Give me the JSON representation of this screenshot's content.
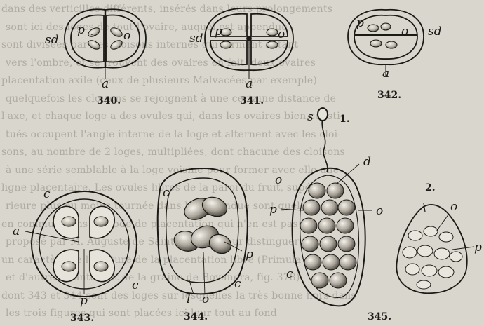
{
  "page": {
    "background": "#d9d6cd",
    "ink": "#1c1a17",
    "bleed_text_color": "#8e897f",
    "bleed_text_lines": [
      "dans des verticilles différents, insérés dans leurs prolongements ",
      "sont ici des loges de tout l'ovaire, auquel est appendue",
      "sont divisées par des cloisons internes qui forment autant",
      "vers l'ombre, et se trouvent des ovaires en fait, deux ovaires",
      "placentation axile (ceux de plusieurs Malvacées par exemple)",
      "quelquefois les cloisons se rejoignent à une certaine distance de",
      "l'axe, et chaque loge a des ovules qui, dans les ovaires bien consti-",
      "tués occupent l'angle interne de la loge et alternent avec les cloi-",
      "sons, au nombre de 2 loges, multipliées, dont chacune des cloisons",
      "à une série semblable à la loge voisine pour former avec elle une",
      "ligne placentaire. Les ovules libres de la paroi du fruit, supé-",
      "rieure plus ou moins tournée dans leur étendue sont quelque peu",
      "en commun dans le mode de placentation qui n'en est pas dû",
      "proposé par M. Auguste de Saint-Hilaire, pour distinguer mieux",
      "un caractère de la nature de la placentation libre (Primula",
      "et d'autres plantes) et de la graine de Bovanera, fig. 378)",
      "dont 343 et 344 sont des loges sur lesquelles la très bonne hors dans",
      "les trois figures qui sont placées ici leur tout au fond"
    ]
  },
  "figures": {
    "f340": {
      "caption": "340.",
      "labels": {
        "sd": "sd",
        "p": "p",
        "o": "o",
        "a": "a"
      }
    },
    "f341": {
      "caption": "341.",
      "labels": {
        "sd": "sd",
        "p": "p",
        "o": "o",
        "a": "a"
      }
    },
    "f342": {
      "caption": "342.",
      "labels": {
        "sd": "sd",
        "p": "p",
        "o": "o",
        "a": "a"
      }
    },
    "f343": {
      "caption": "343.",
      "labels": {
        "c_top": "c",
        "a": "a",
        "c_bottom": "c",
        "p": "p"
      }
    },
    "f344": {
      "caption": "344.",
      "labels": {
        "c_top": "c",
        "p": "p",
        "c_bottom": "c",
        "l": "l",
        "o": "o"
      }
    },
    "f345": {
      "caption": "345.",
      "part1": "1.",
      "part2": "2.",
      "labels": {
        "s": "s",
        "d": "d",
        "o_left": "o",
        "p_left": "p",
        "o_right": "o",
        "c": "c",
        "o_2": "o",
        "p_2": "p"
      }
    }
  }
}
